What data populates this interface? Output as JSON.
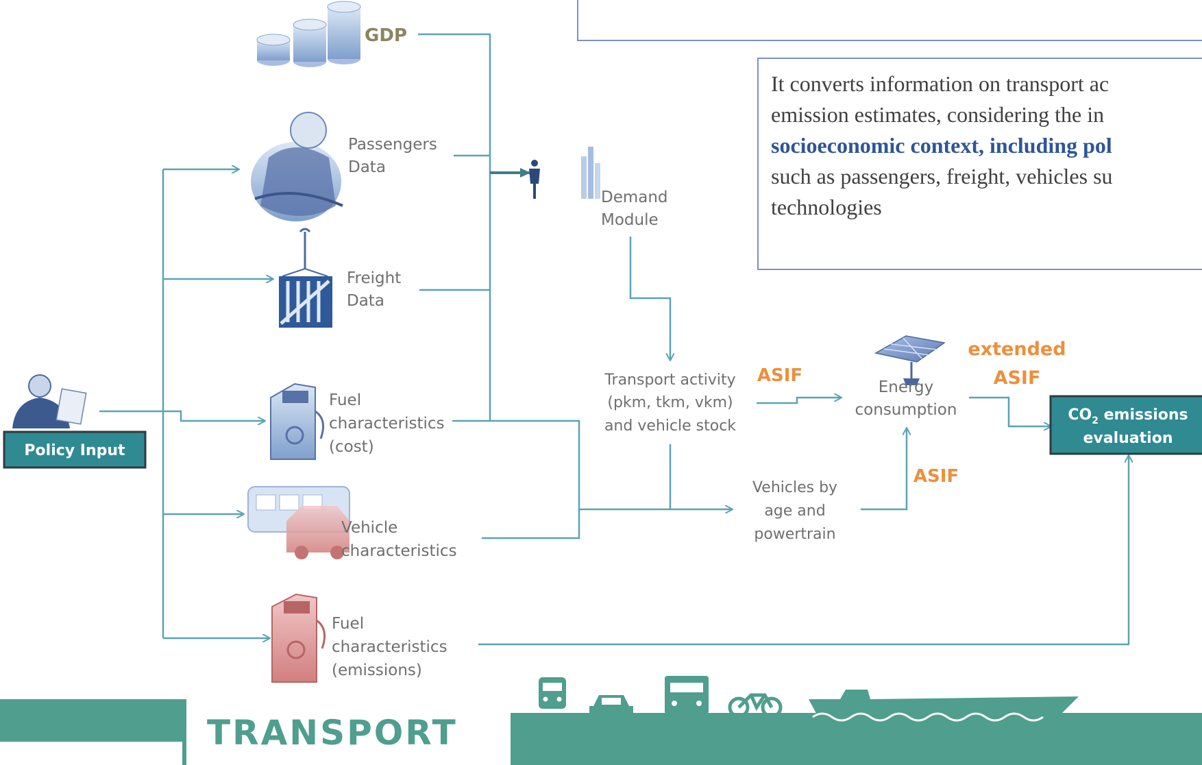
{
  "info_box": {
    "line1": "It converts information on transport ac",
    "line2": "emission estimates, considering the in",
    "line3": "socioeconomic context, including pol",
    "line4": "such as passengers, freight, vehicles su",
    "line5": "technologies"
  },
  "diagram": {
    "policy_input": "Policy Input",
    "gdp": "GDP",
    "passengers": [
      "Passengers",
      "Data"
    ],
    "freight": [
      "Freight",
      "Data"
    ],
    "fuel_cost": [
      "Fuel",
      "characteristics",
      "(cost)"
    ],
    "vehicle_char": [
      "Vehicle",
      "characteristics"
    ],
    "fuel_emissions": [
      "Fuel",
      "characteristics",
      "(emissions)"
    ],
    "demand_module": [
      "Demand",
      "Module"
    ],
    "transport_activity": [
      "Transport activity",
      "(pkm, tkm, vkm)",
      "and vehicle stock"
    ],
    "asif": "ASIF",
    "energy": [
      "Energy",
      "consumption"
    ],
    "extended_asif": [
      "extended",
      "ASIF"
    ],
    "asif_lower": "ASIF",
    "vehicles_by_age": [
      "Vehicles by",
      "age and",
      "powertrain"
    ],
    "co2_eval": [
      "CO",
      "2",
      " emissions",
      "evaluation"
    ]
  },
  "banner": {
    "label": "TRANSPORT"
  },
  "colors": {
    "teal": "#3a8f96",
    "arrow": "#5aa3b4",
    "orange": "#ed8f3d",
    "olive": "#8b8460",
    "text_dark": "#4f4f4f",
    "banner": "#4f9e8e",
    "box_border": "#7b90cc",
    "highlight": "#2f5597"
  }
}
